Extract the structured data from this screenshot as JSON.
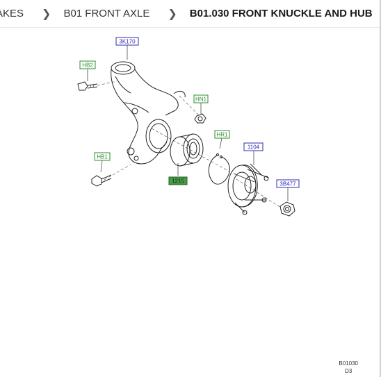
{
  "breadcrumb": {
    "items": [
      "AKES",
      "B01 FRONT AXLE",
      "B01.030 FRONT KNUCKLE AND HUB"
    ]
  },
  "diagram": {
    "callouts": {
      "knuckle": "3K170",
      "bolt_upper": "HB2",
      "nut": "HN1",
      "snap_ring": "HR1",
      "hub": "1104",
      "bolt_lower": "HB1",
      "bearing": "1215",
      "hub_nut": "3B477"
    },
    "colors": {
      "blue_callout": "#2b2bb8",
      "green_callout": "#2e8b2e",
      "selected_fill": "#4a9a4a"
    }
  },
  "footer": {
    "code": "B01030",
    "sheet": "D3"
  }
}
